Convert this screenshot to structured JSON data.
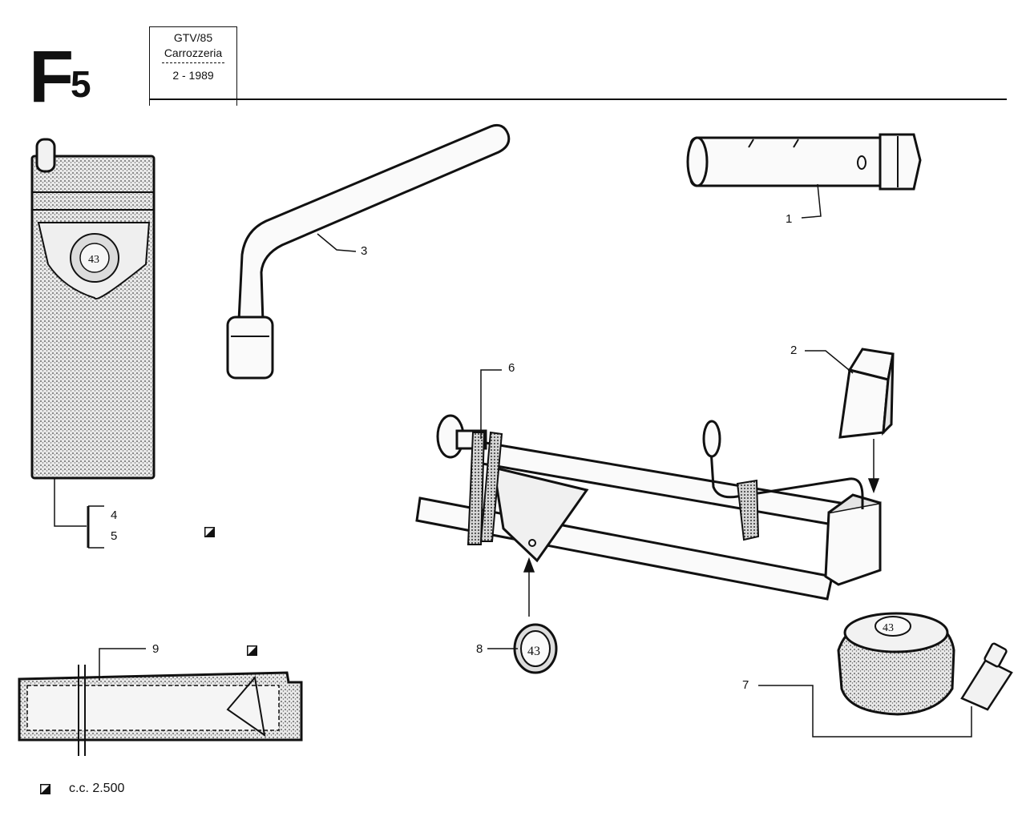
{
  "header": {
    "section_letter": "F",
    "section_number": "5",
    "model": "GTV/85",
    "group": "Carrozzeria",
    "date": "2 - 1989"
  },
  "callouts": {
    "c1": "1",
    "c2": "2",
    "c3": "3",
    "c4": "4",
    "c5": "5",
    "c6": "6",
    "c7": "7",
    "c8": "8",
    "c9": "9"
  },
  "legend": {
    "symbol_icon": "half-filled-square-icon",
    "text": "c.c. 2.500"
  },
  "parts": [
    "tool-bag",
    "wheel-brace",
    "tubular-spanner",
    "car-jack",
    "jack-base-block",
    "tool-tray",
    "fuel-cap-with-key",
    "hub-cap-badge"
  ]
}
